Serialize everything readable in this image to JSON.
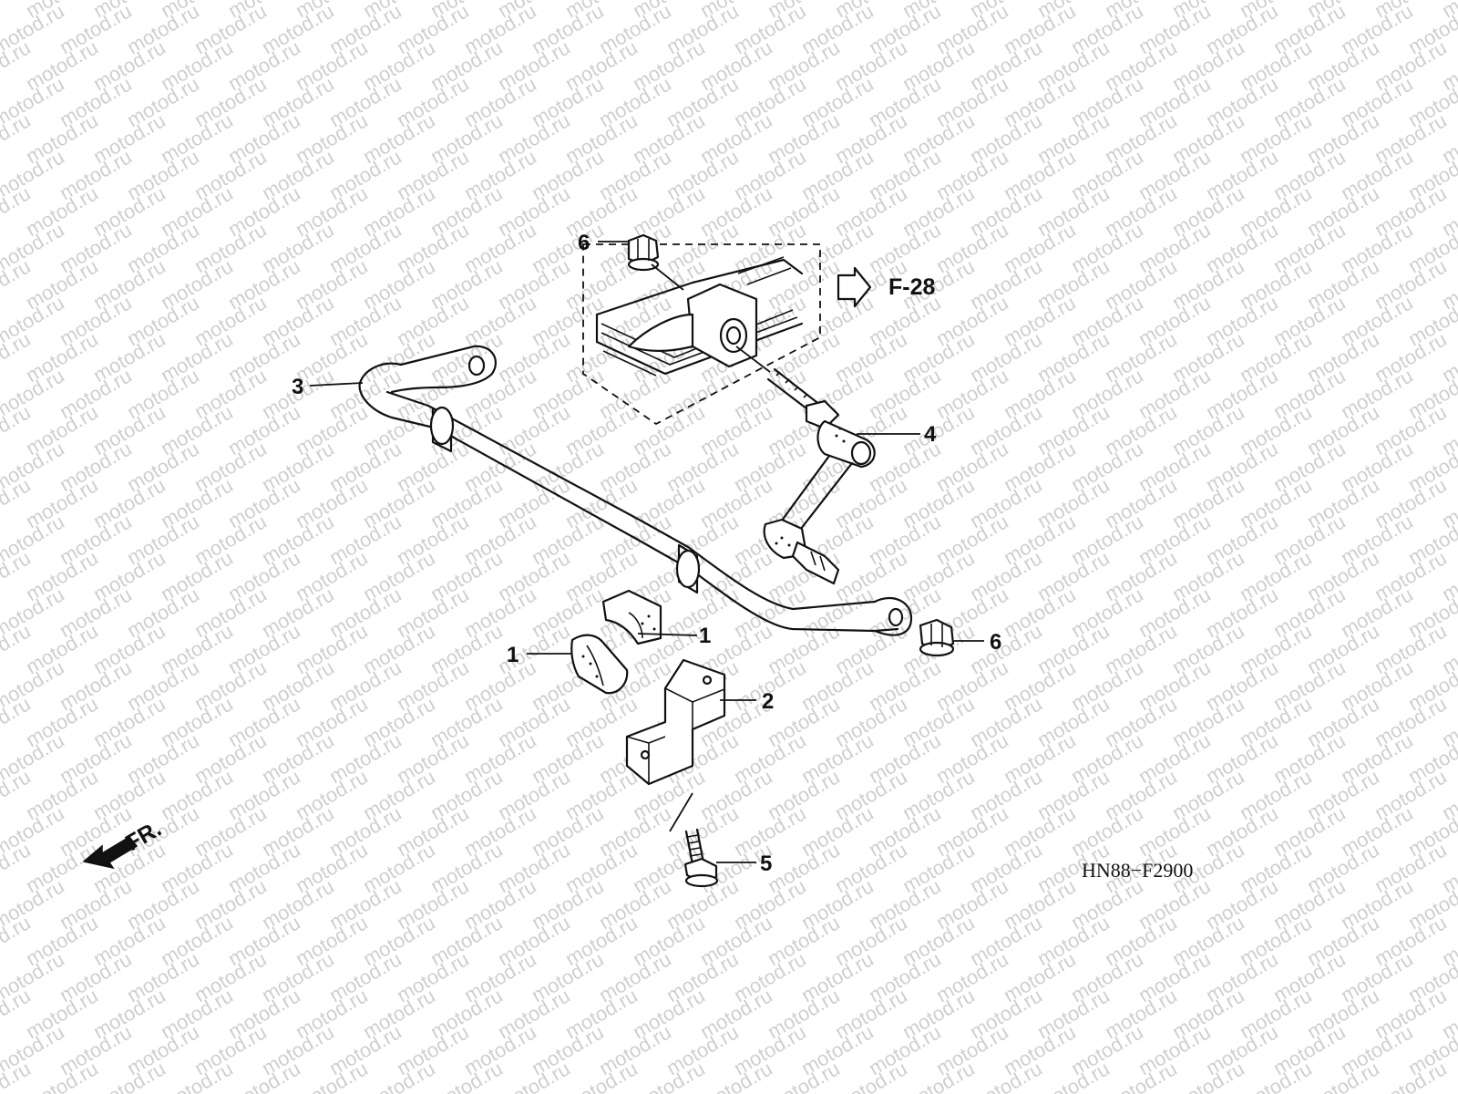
{
  "watermark": "motod.ru",
  "diagram_code": "HN88−F2900",
  "reference": {
    "label": "F-28"
  },
  "front_indicator": {
    "label": "FR."
  },
  "callouts": [
    {
      "id": "c1a",
      "number": "1",
      "part": "bushing-upper"
    },
    {
      "id": "c1b",
      "number": "1",
      "part": "bushing-lower"
    },
    {
      "id": "c2",
      "number": "2",
      "part": "holder"
    },
    {
      "id": "c3",
      "number": "3",
      "part": "stabilizer-bar"
    },
    {
      "id": "c4",
      "number": "4",
      "part": "stabilizer-link"
    },
    {
      "id": "c5",
      "number": "5",
      "part": "flange-bolt"
    },
    {
      "id": "c6a",
      "number": "6",
      "part": "flange-nut-upper"
    },
    {
      "id": "c6b",
      "number": "6",
      "part": "flange-nut-lower"
    }
  ]
}
